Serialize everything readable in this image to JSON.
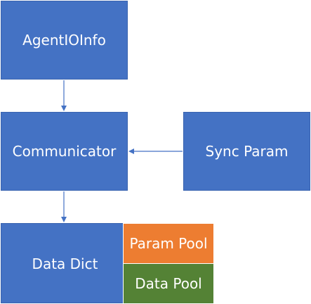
{
  "colors": {
    "blue": "#4472c4",
    "orange": "#ed7d31",
    "green": "#548235",
    "arrow": "#4472c4"
  },
  "nodes": {
    "agent_io_info": "AgentIOInfo",
    "communicator": "Communicator",
    "sync_param": "Sync Param",
    "data_dict": "Data Dict",
    "param_pool": "Param Pool",
    "data_pool": "Data Pool"
  },
  "edges": [
    {
      "from": "agent_io_info",
      "to": "communicator"
    },
    {
      "from": "sync_param",
      "to": "communicator"
    },
    {
      "from": "communicator",
      "to": "data_dict"
    }
  ]
}
